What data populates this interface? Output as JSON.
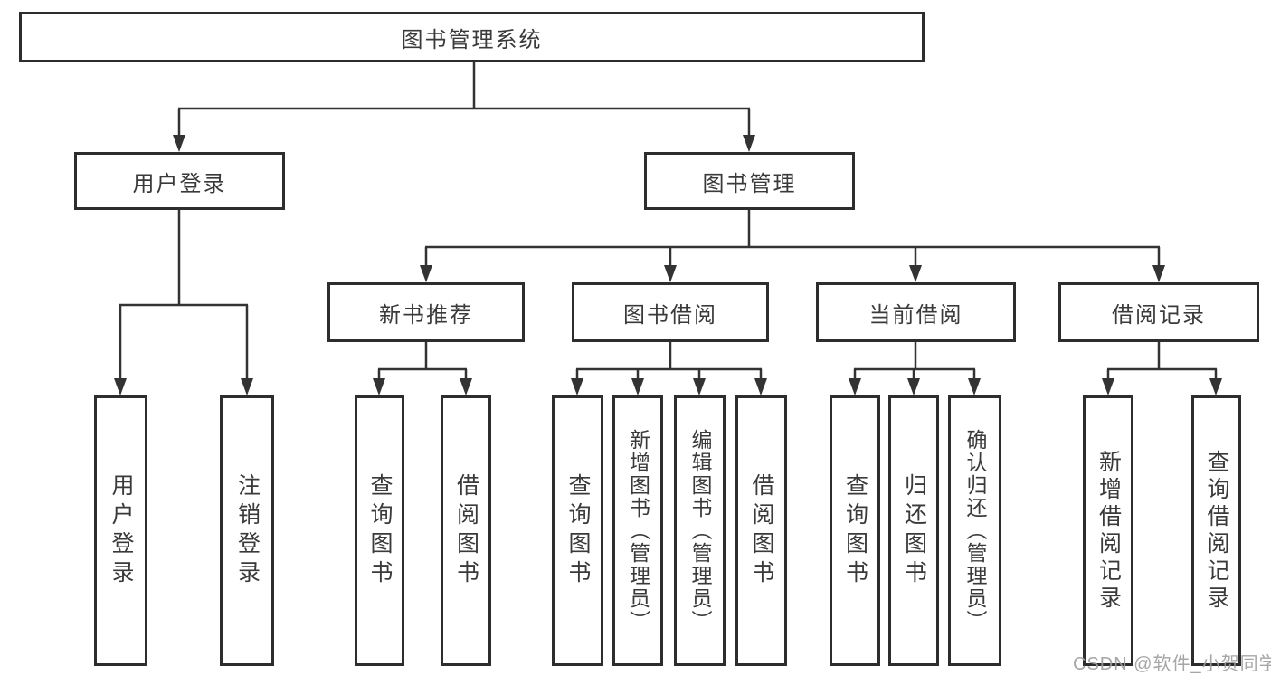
{
  "tree": {
    "root": "图书管理系统",
    "branches": [
      {
        "label": "用户登录",
        "children": [
          "用户登录",
          "注销登录"
        ]
      },
      {
        "label": "图书管理",
        "groups": [
          {
            "label": "新书推荐",
            "children": [
              "查询图书",
              "借阅图书"
            ]
          },
          {
            "label": "图书借阅",
            "children": [
              "查询图书",
              "新增图书（管理员）",
              "编辑图书（管理员）",
              "借阅图书"
            ]
          },
          {
            "label": "当前借阅",
            "children": [
              "查询图书",
              "归还图书",
              "确认归还（管理员）"
            ]
          },
          {
            "label": "借阅记录",
            "children": [
              "新增借阅记录",
              "查询借阅记录"
            ]
          }
        ]
      }
    ]
  },
  "watermark": "CSDN @软件_小贺同学",
  "colors": {
    "line": "#333333",
    "border": "#2d2d2d",
    "text": "#3a3a3a",
    "watermark": "#9e9e9e",
    "background": "#ffffff"
  }
}
